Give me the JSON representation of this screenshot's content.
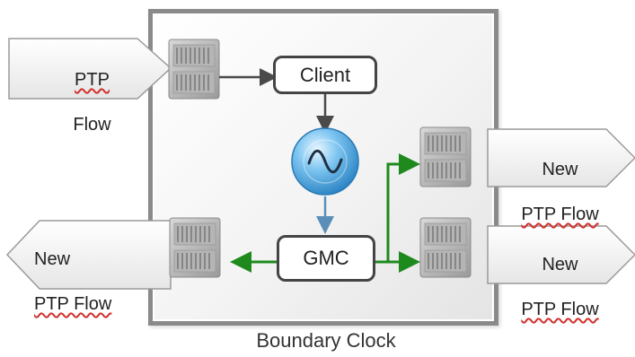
{
  "diagram": {
    "caption": "Boundary Clock",
    "client_label": "Client",
    "gmc_label": "GMC",
    "flows": {
      "input": {
        "line1": "PTP",
        "line2": "Flow"
      },
      "output_right_top": {
        "line1": "New",
        "line2": "PTP Flow"
      },
      "output_right_bottom": {
        "line1": "New",
        "line2": "PTP Flow"
      },
      "output_left": {
        "line1": "New",
        "line2": "PTP Flow"
      }
    },
    "icons": [
      "switch-icon",
      "oscillator-icon"
    ],
    "colors": {
      "frame": "#8a8a8a",
      "arrow_dark": "#4a4a4a",
      "arrow_green": "#1e8a1e",
      "arrow_blue": "#5b8fb9",
      "oscillator": "#3a9ad9"
    }
  }
}
